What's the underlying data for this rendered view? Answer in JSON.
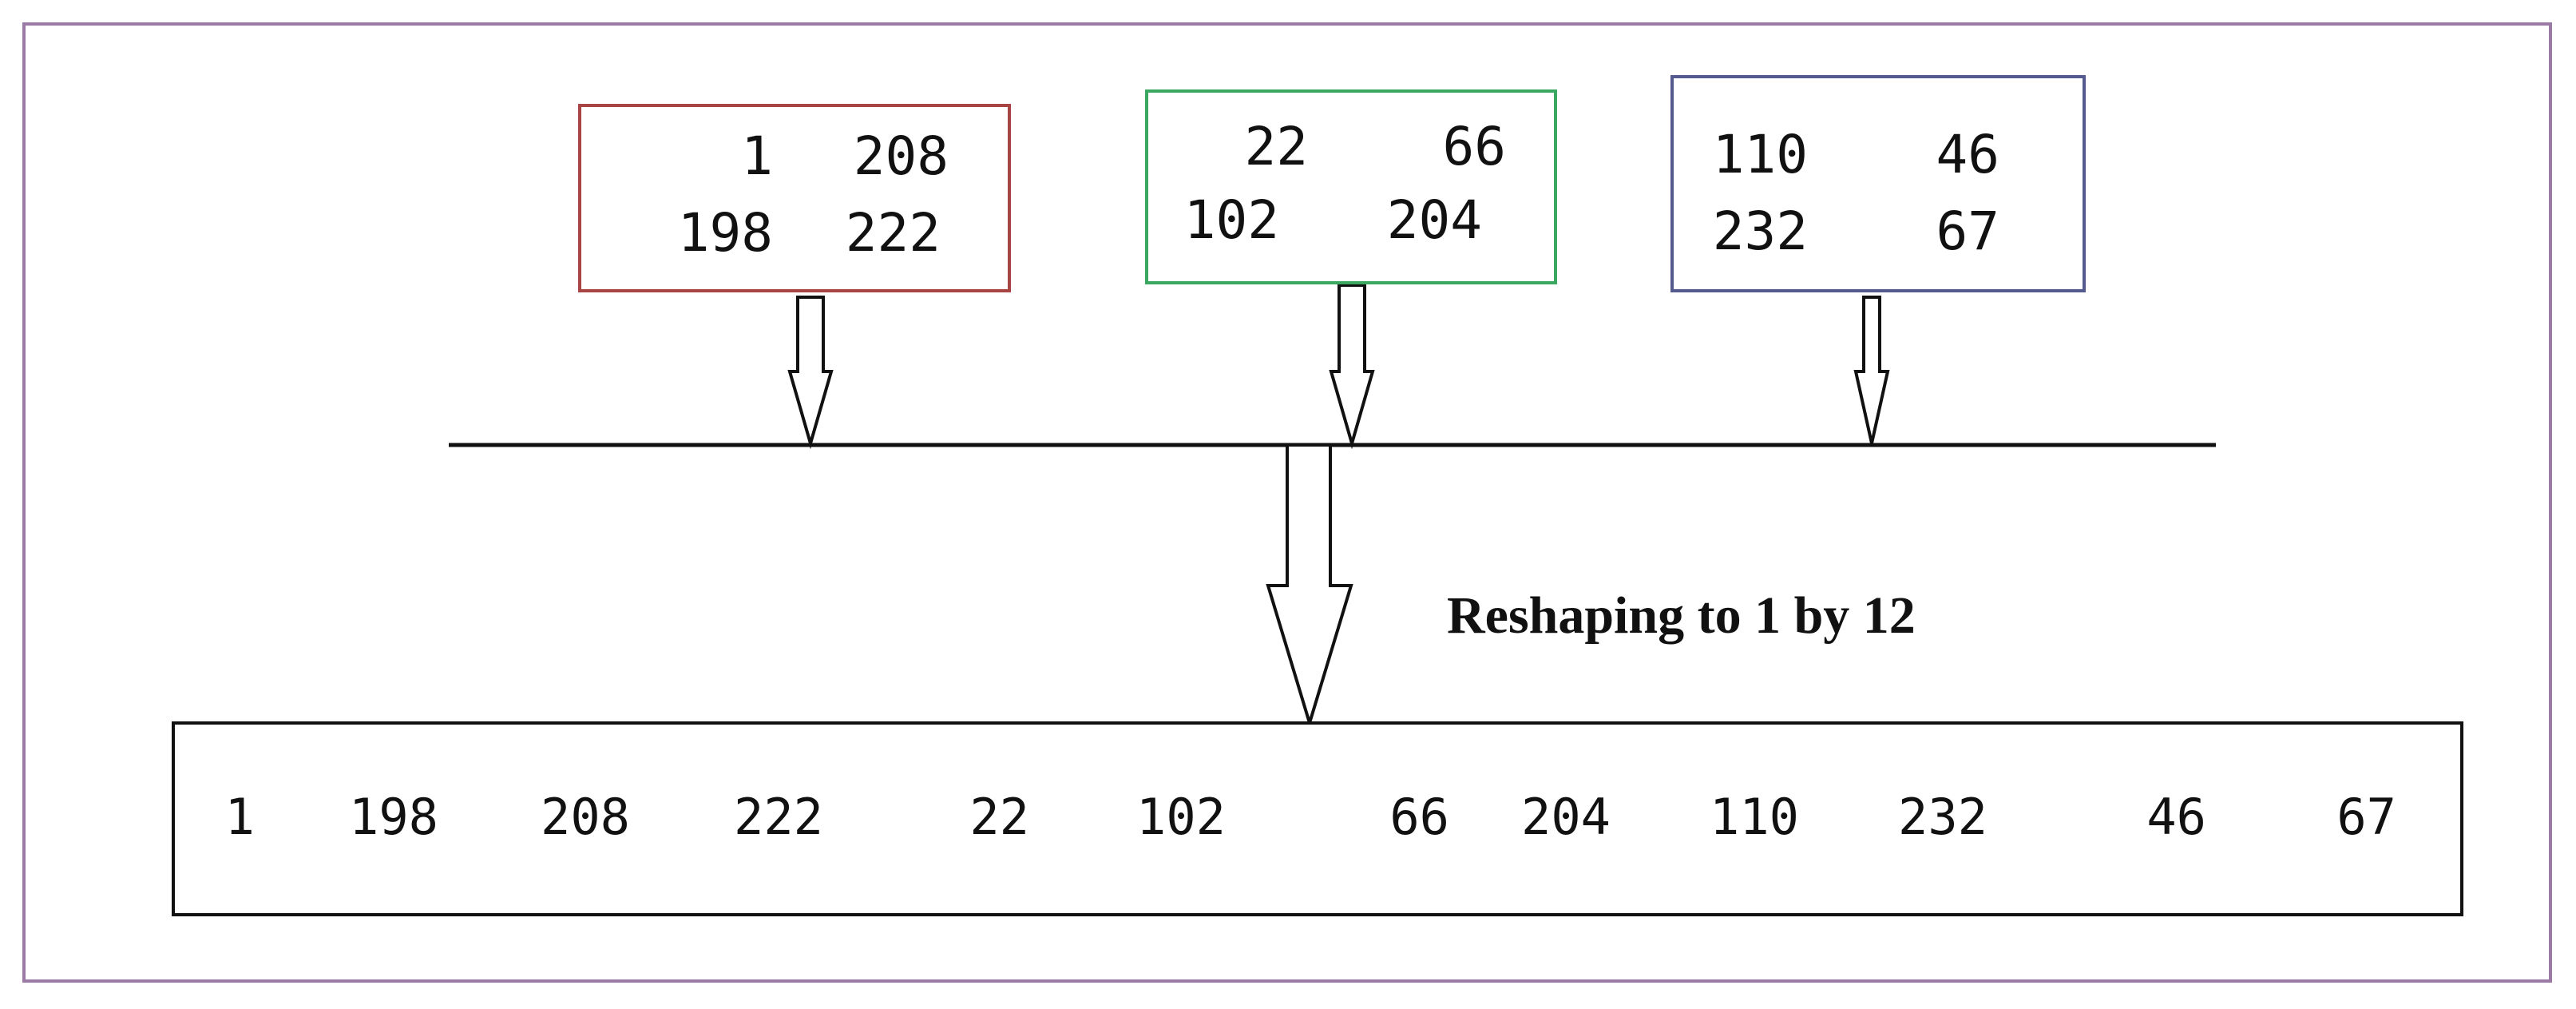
{
  "colors": {
    "frame": "#9b7ba6",
    "red_matrix": "#a94444",
    "green_matrix": "#3aa860",
    "blue_matrix": "#555a8e",
    "ink": "#111111"
  },
  "matrices": [
    {
      "color_name": "red",
      "rows": [
        [
          "1",
          "208"
        ],
        [
          "198",
          "222"
        ]
      ]
    },
    {
      "color_name": "green",
      "rows": [
        [
          "22",
          "66"
        ],
        [
          "102",
          "204"
        ]
      ]
    },
    {
      "color_name": "blue",
      "rows": [
        [
          "110",
          "46"
        ],
        [
          "232",
          "67"
        ]
      ]
    }
  ],
  "caption": "Reshaping to 1 by 12",
  "result": [
    "1",
    "198",
    "208",
    "222",
    "22",
    "102",
    "66",
    "204",
    "110",
    "232",
    "46",
    "67"
  ]
}
